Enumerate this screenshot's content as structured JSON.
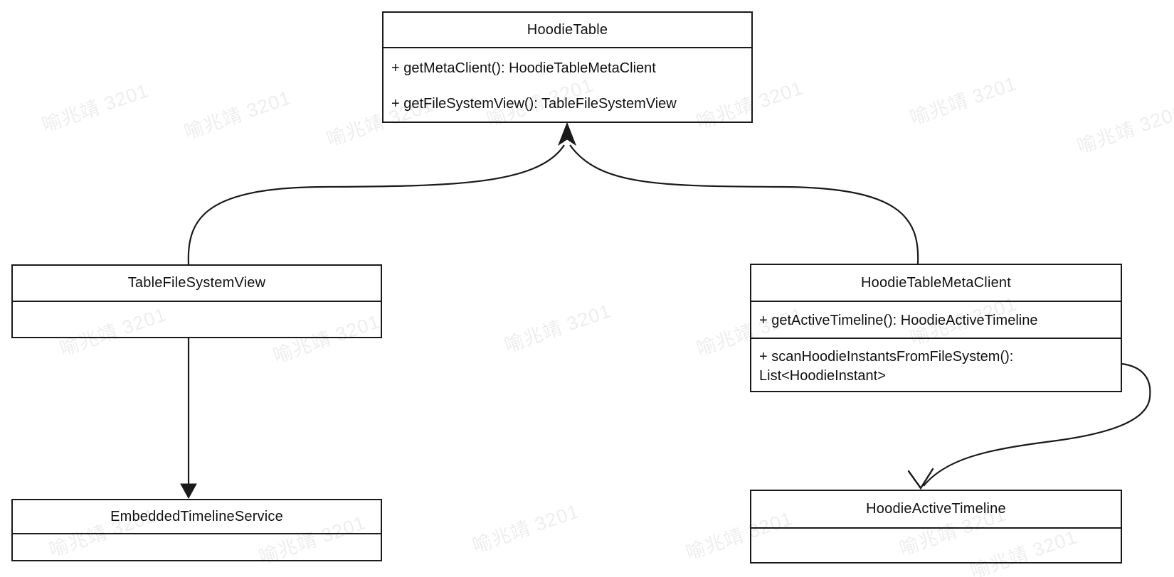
{
  "page": {
    "background": "#ffffff",
    "stroke": "#1a1a1a"
  },
  "watermark": {
    "text": "喻兆靖 3201",
    "color": "rgba(0,0,0,0.07)"
  },
  "classes": [
    {
      "title": "HoodieTable",
      "compartments": [
        {
          "lines": [
            "+ getMetaClient(): HoodieTableMetaClient",
            "+ getFileSystemView(): TableFileSystemView"
          ]
        }
      ]
    },
    {
      "title": "TableFileSystemView",
      "compartments": [
        {
          "lines": []
        }
      ]
    },
    {
      "title": "HoodieTableMetaClient",
      "compartments": [
        {
          "lines": [
            "+ getActiveTimeline(): HoodieActiveTimeline"
          ]
        },
        {
          "lines": [
            "+ scanHoodieInstantsFromFileSystem(): List<HoodieInstant>"
          ]
        }
      ]
    },
    {
      "title": "EmbeddedTimelineService",
      "compartments": [
        {
          "lines": []
        }
      ]
    },
    {
      "title": "HoodieActiveTimeline",
      "compartments": [
        {
          "lines": []
        }
      ]
    }
  ],
  "edges": [
    {
      "from": "TableFileSystemView",
      "to": "HoodieTable",
      "arrowhead": "filled-triangle"
    },
    {
      "from": "HoodieTableMetaClient",
      "to": "HoodieTable",
      "arrowhead": "filled-triangle"
    },
    {
      "from": "TableFileSystemView",
      "to": "EmbeddedTimelineService",
      "arrowhead": "filled-triangle"
    },
    {
      "from": "HoodieTableMetaClient",
      "to": "HoodieActiveTimeline",
      "arrowhead": "open"
    }
  ]
}
